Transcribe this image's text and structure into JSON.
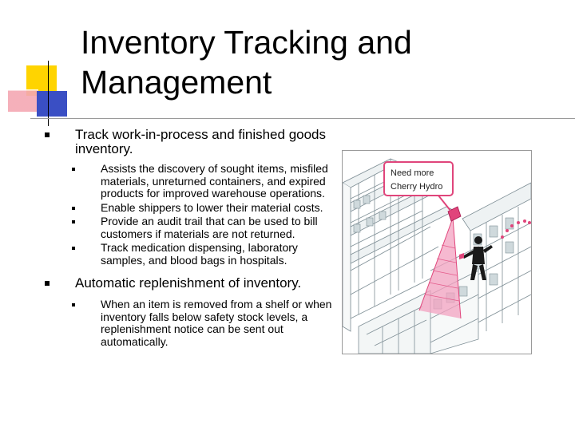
{
  "slide": {
    "title_line1": "Inventory Tracking and",
    "title_line2": "Management"
  },
  "bullets": [
    {
      "text": "Track work-in-process and finished goods inventory.",
      "children": [
        "Assists the discovery of sought items, misfiled materials, unreturned containers, and expired products for improved warehouse operations.",
        "Enable shippers to lower their material costs.",
        "Provide an audit trail that can be used to bill customers if materials are not returned.",
        "Track medication dispensing, laboratory samples, and blood bags in hospitals."
      ]
    },
    {
      "text": "Automatic replenishment of inventory.",
      "children": [
        "When an item is removed from a shelf or when inventory falls below safety stock levels, a replenishment notice can be sent out automatically."
      ]
    }
  ],
  "illustration": {
    "callout_line1": "Need more",
    "callout_line2": "Cherry Hydro",
    "accent_color": "#e0457b"
  }
}
